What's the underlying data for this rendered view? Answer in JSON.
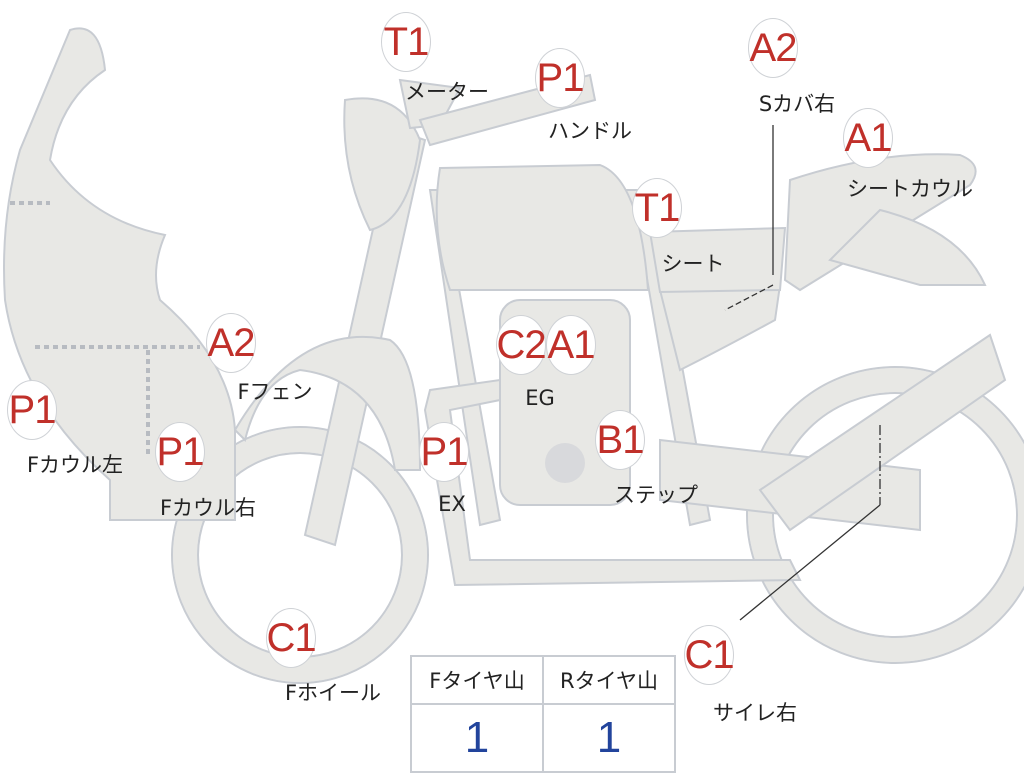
{
  "parts": [
    {
      "code": "T1",
      "label": "メーター"
    },
    {
      "code": "P1",
      "label": "ハンドル"
    },
    {
      "code": "A2",
      "label": "Sカバ右"
    },
    {
      "code": "A1",
      "label": "シートカウル"
    },
    {
      "code": "T1",
      "label": "シート"
    },
    {
      "code": "A2",
      "label": "Fフェン"
    },
    {
      "code": "C2",
      "label": ""
    },
    {
      "code": "A1",
      "label": "EG"
    },
    {
      "code": "P1",
      "label": "Fカウル左"
    },
    {
      "code": "P1",
      "label": "Fカウル右"
    },
    {
      "code": "P1",
      "label": "EX"
    },
    {
      "code": "B1",
      "label": "ステップ"
    },
    {
      "code": "C1",
      "label": "Fホイール"
    },
    {
      "code": "C1",
      "label": "サイレ右"
    }
  ],
  "tire_table": {
    "headers": [
      "Fタイヤ山",
      "Rタイヤ山"
    ],
    "values": [
      "1",
      "1"
    ]
  },
  "colors": {
    "code": "#c0302a",
    "value": "#22449c",
    "body": "#e8e8e5",
    "outline": "#c8ccd2"
  }
}
